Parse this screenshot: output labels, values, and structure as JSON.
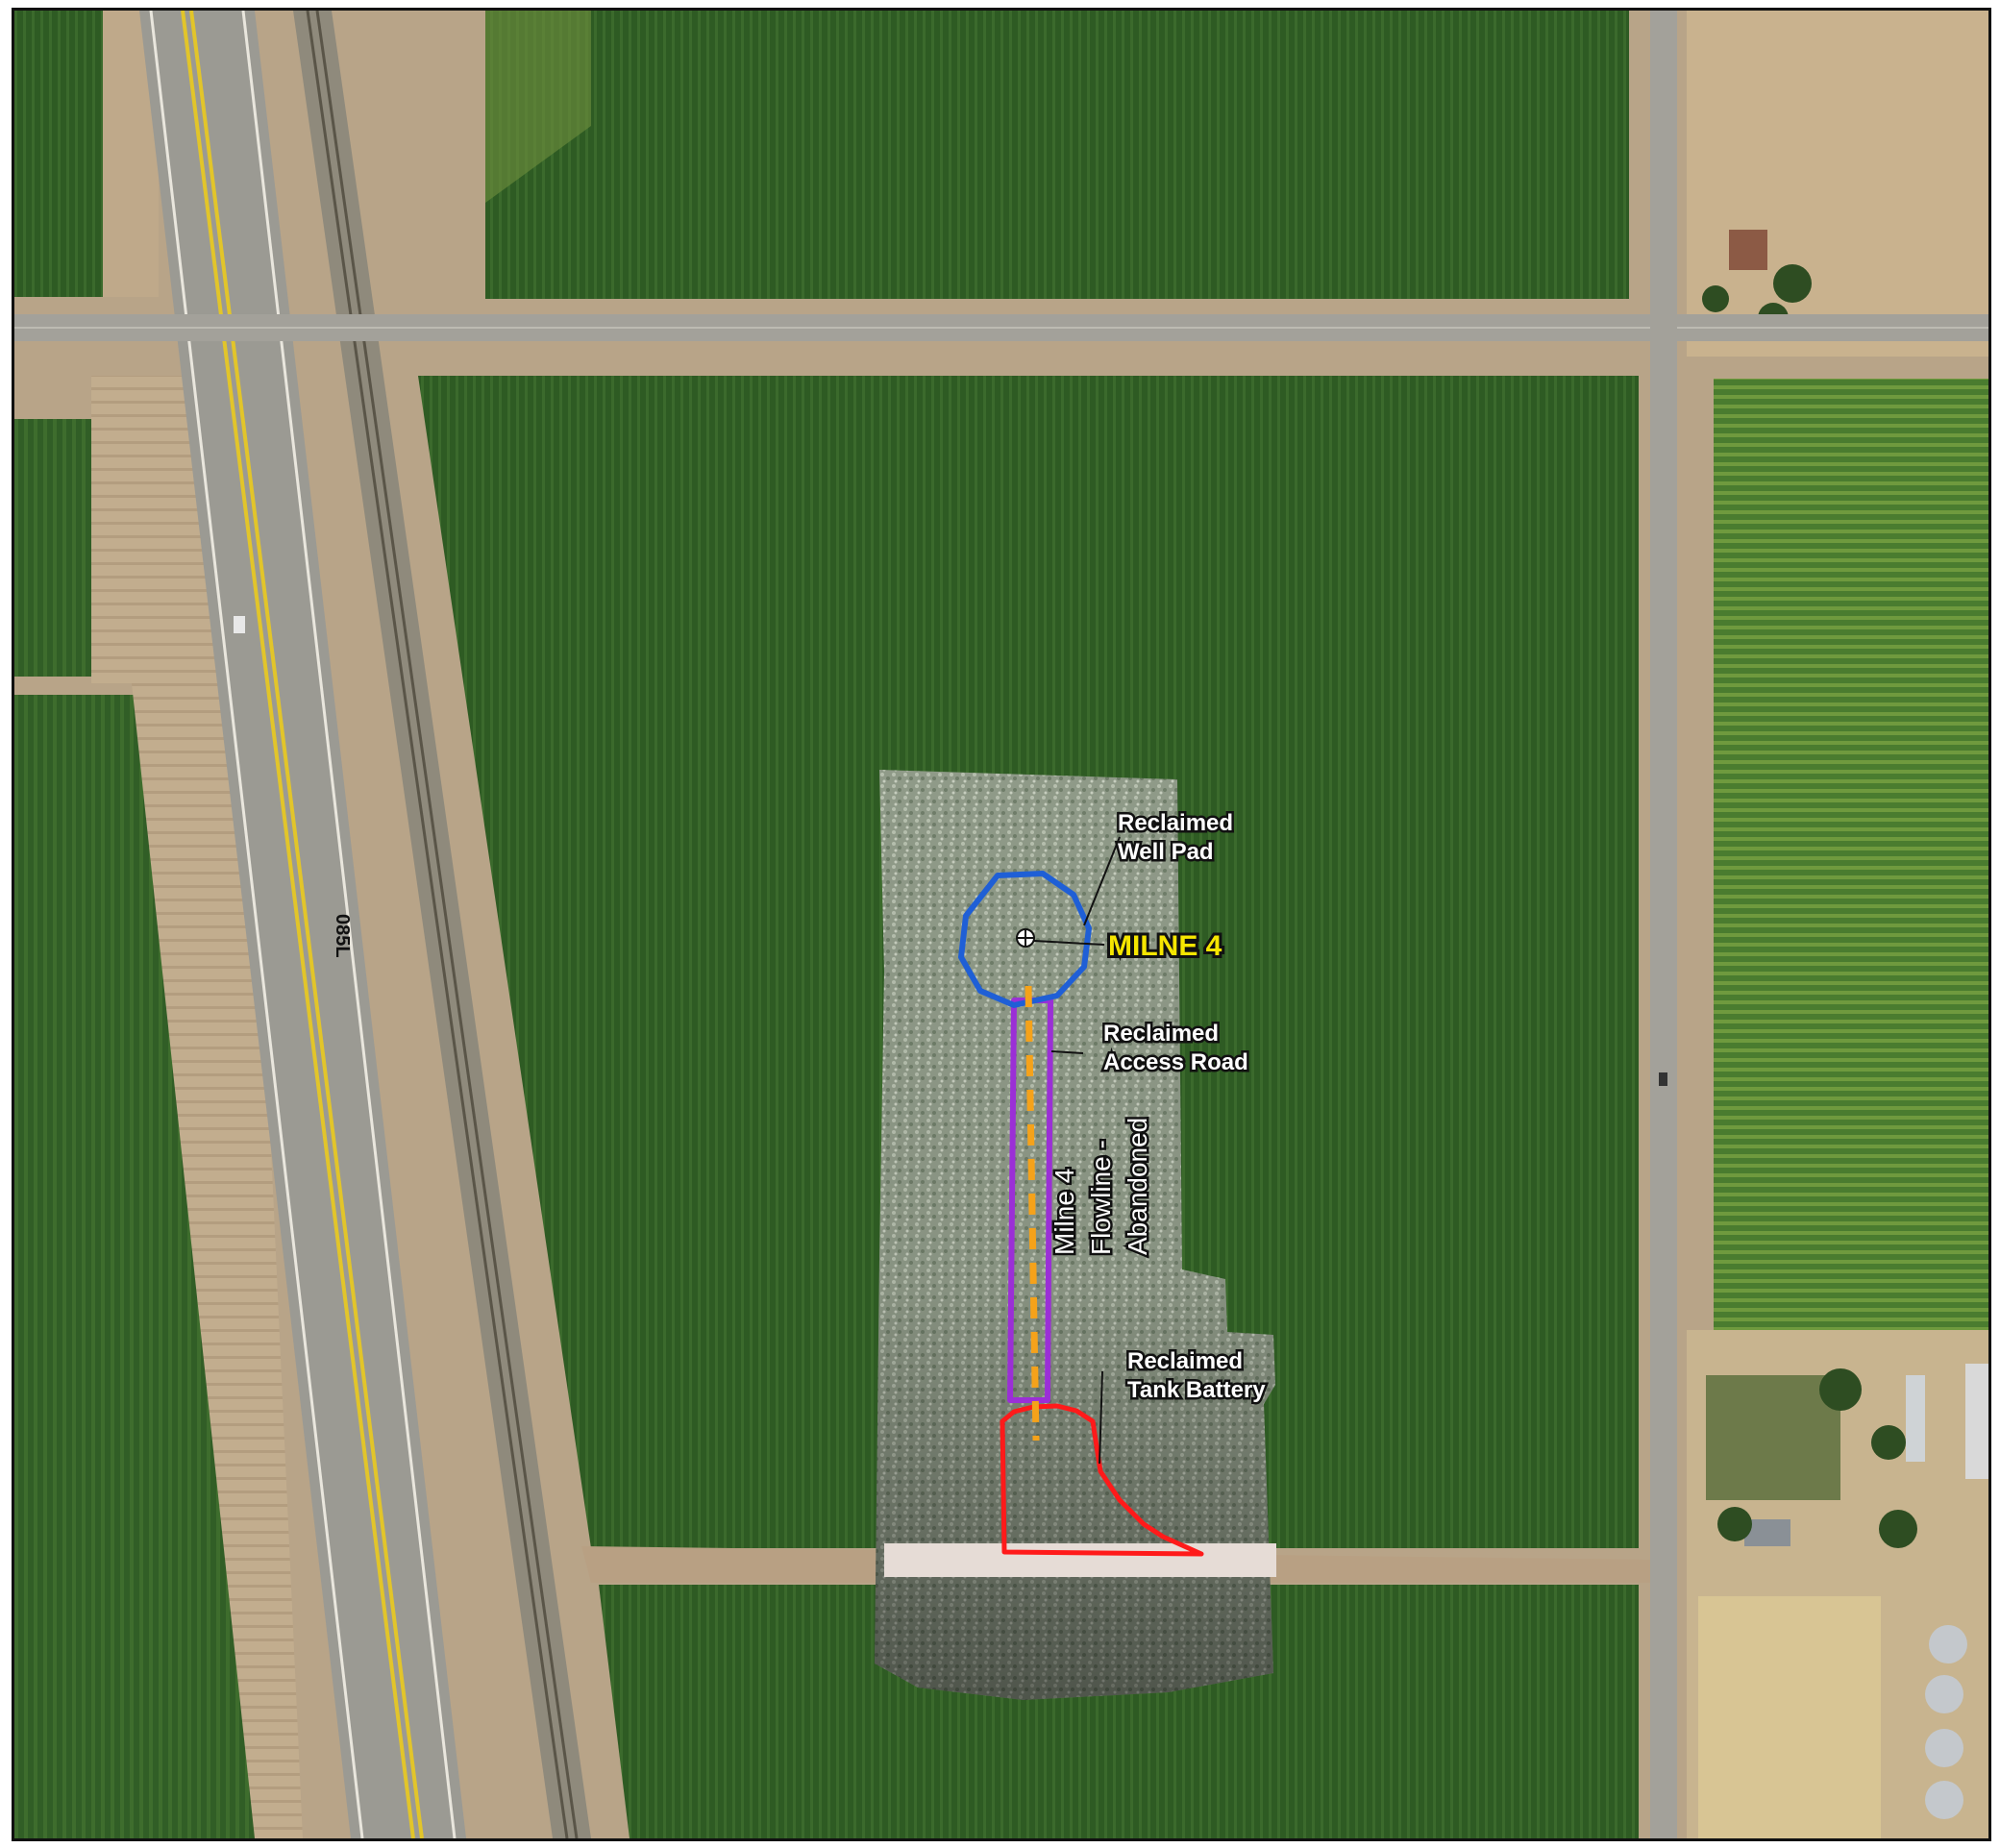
{
  "map": {
    "colors": {
      "field_dark": "#2f5a24",
      "field_light": "#4e7d33",
      "road": "#9a9890",
      "dirt": "#b9a58a",
      "reclaimed": "#9aa594",
      "well_pad": "#1f5fd6",
      "access_road": "#9b2fd6",
      "flowline": "#f5a21a",
      "tank_battery": "#ff1a1a"
    },
    "features": {
      "well_pad_label_line1": "Reclaimed",
      "well_pad_label_line2": "Well Pad",
      "well_name": "MILNE 4",
      "access_road_label_line1": "Reclaimed",
      "access_road_label_line2": "Access Road",
      "flowline_label_line1": "Milne 4",
      "flowline_label_line2": "Flowline -",
      "flowline_label_line3": "Abandoned",
      "tank_battery_label_line1": "Reclaimed",
      "tank_battery_label_line2": "Tank Battery",
      "road_label": "085L"
    },
    "icons": [
      "well-symbol-icon"
    ]
  }
}
